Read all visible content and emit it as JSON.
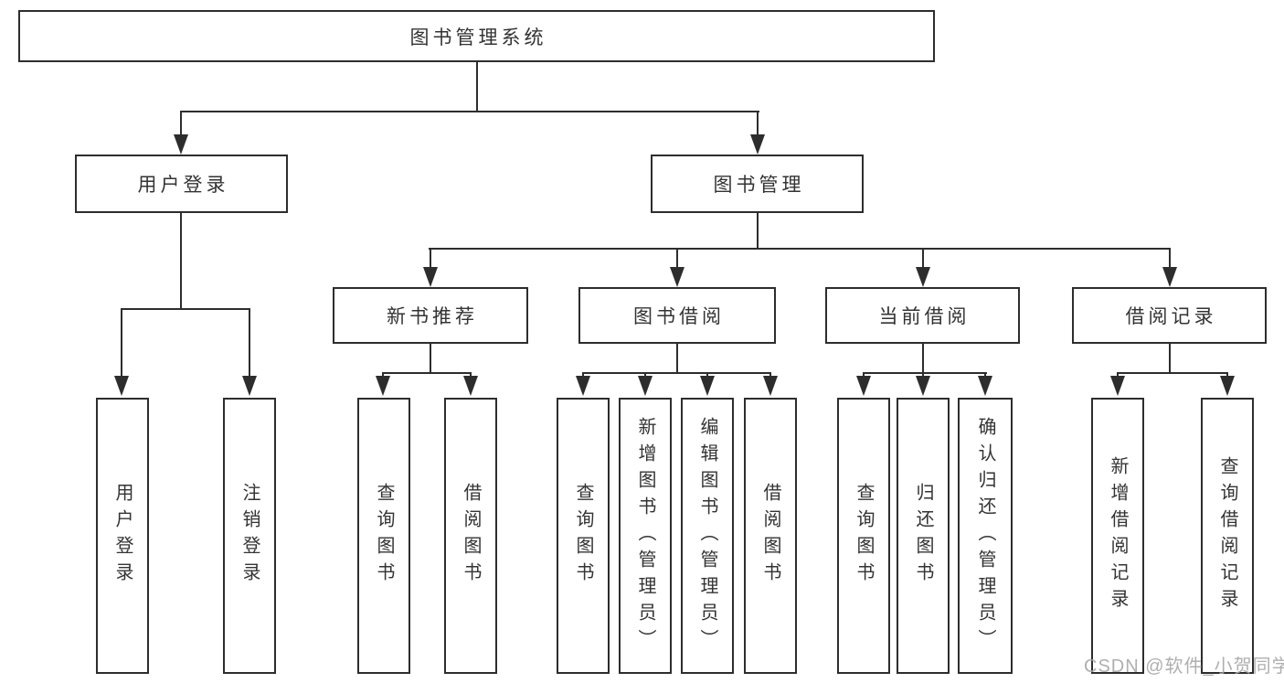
{
  "diagram": {
    "tree": {
      "root": "图书管理系统",
      "children": [
        {
          "label": "用户登录",
          "children": [
            "用户登录",
            "注销登录"
          ]
        },
        {
          "label": "图书管理",
          "children": [
            {
              "label": "新书推荐",
              "children": [
                "查询图书",
                "借阅图书"
              ]
            },
            {
              "label": "图书借阅",
              "children": [
                "查询图书",
                "新增图书（管理员）",
                "编辑图书（管理员）",
                "借阅图书"
              ]
            },
            {
              "label": "当前借阅",
              "children": [
                "查询图书",
                "归还图书",
                "确认归还（管理员）"
              ]
            },
            {
              "label": "借阅记录",
              "children": [
                "新增借阅记录",
                "查询借阅记录"
              ]
            }
          ]
        }
      ]
    },
    "watermark": "CSDN @软件_小贺同学",
    "colors": {
      "line": "#2d2d2d",
      "text": "#333333",
      "watermark": "#a8a8a8",
      "background": "#ffffff"
    }
  }
}
